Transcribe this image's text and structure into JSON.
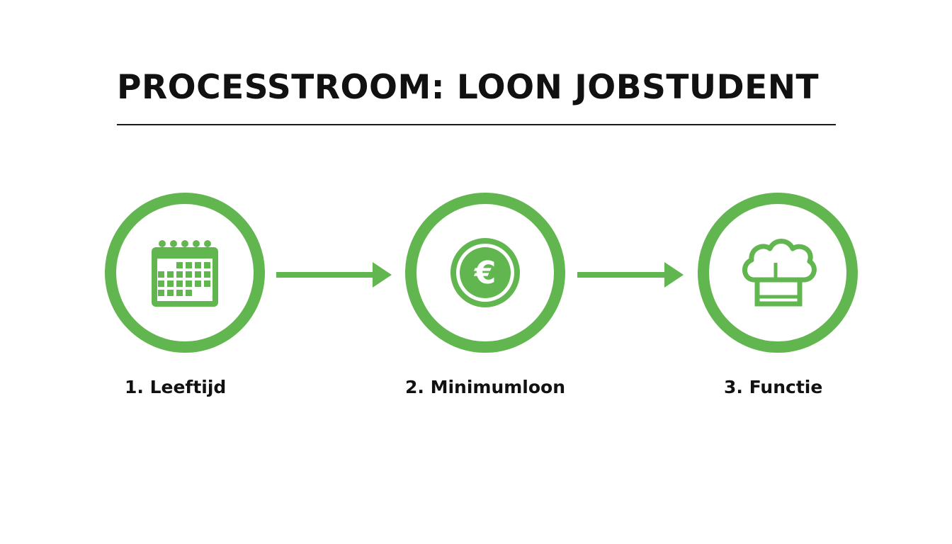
{
  "title": "PROCESSTROOM: LOON JOBSTUDENT",
  "accent_color": "#62b64f",
  "steps": [
    {
      "label": "1. Leeftijd",
      "icon": "calendar-icon"
    },
    {
      "label": "2. Minimumloon",
      "icon": "euro-coin-icon"
    },
    {
      "label": "3. Functie",
      "icon": "chef-hat-icon"
    }
  ]
}
